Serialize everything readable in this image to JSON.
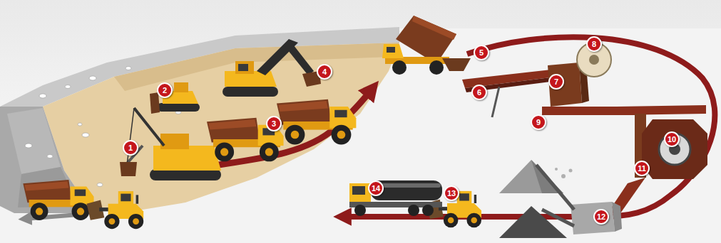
{
  "diagram": {
    "labels": [
      "1",
      "2",
      "3",
      "4",
      "5",
      "6",
      "7",
      "8",
      "9",
      "10",
      "11",
      "12",
      "13",
      "14"
    ]
  }
}
